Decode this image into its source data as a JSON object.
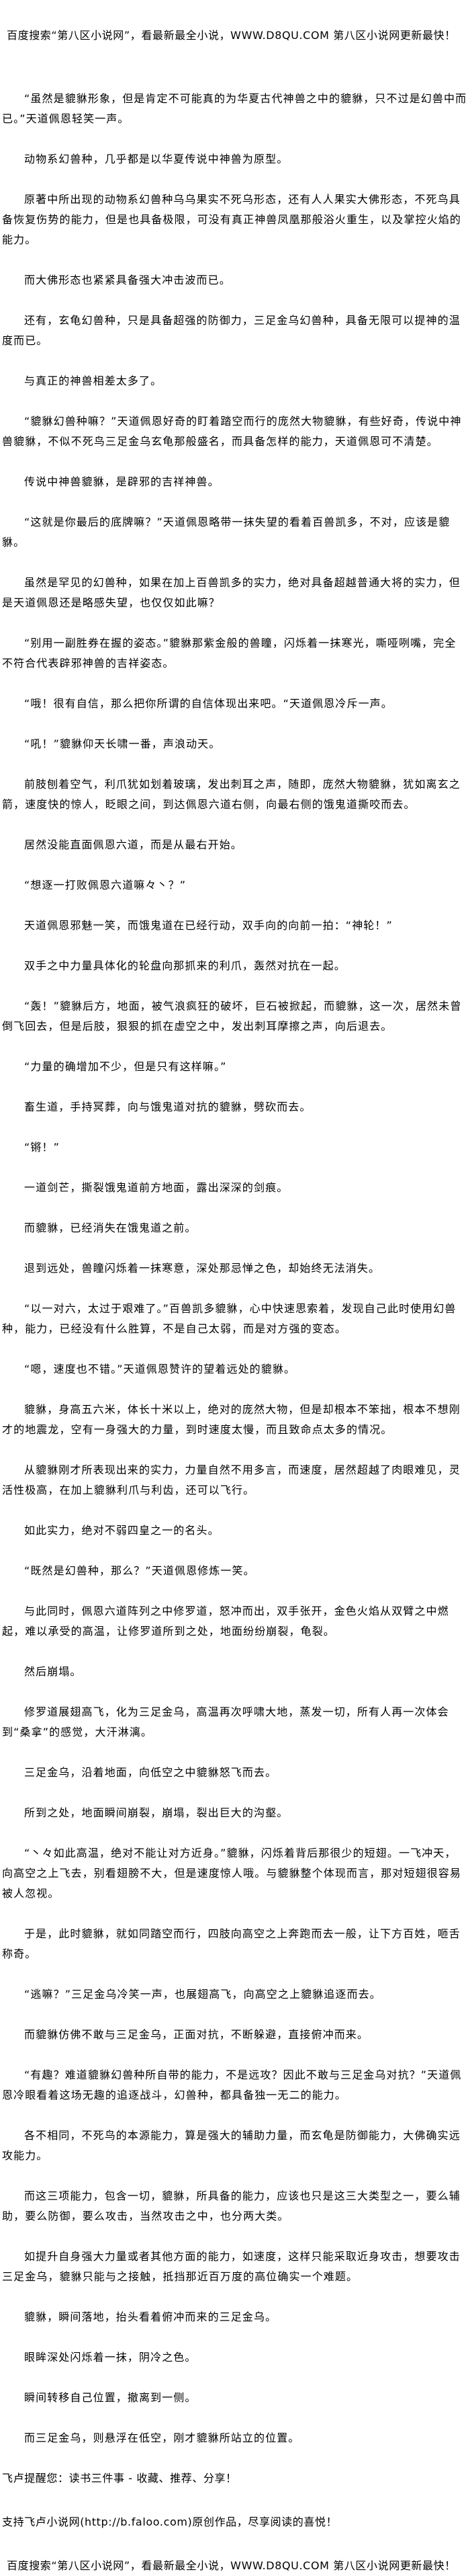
{
  "banner": "百度搜索“第八区小说网”，看最新最全小说，WWW.D8QU.COM  第八区小说网更新最快！",
  "paragraphs": [
    "“虽然是貔貅形象，但是肯定不可能真的为华夏古代神兽之中的貔貅，只不过是幻兽中而已。”天道佩恩轻笑一声。",
    "动物系幻兽种，几乎都是以华夏传说中神兽为原型。",
    "原著中所出现的动物系幻兽种乌乌果实不死乌形态，还有人人果实大佛形态，不死鸟具备恢复伤势的能力，但是也具备极限，可没有真正神兽凤凰那般浴火重生，以及掌控火焰的能力。",
    "而大佛形态也紧紧具备强大冲击波而已。",
    "还有，玄龟幻兽种，只是具备超强的防御力，三足金乌幻兽种，具备无限可以提神的温度而已。",
    "与真正的神兽相差太多了。",
    "“貔貅幻兽种嘛？”天道佩恩好奇的盯着踏空而行的庞然大物貔貅，有些好奇，传说中神兽貔貅，不似不死鸟三足金乌玄龟那般盛名，而具备怎样的能力，天道佩恩可不清楚。",
    "传说中神兽貔貅，是辟邪的吉祥神兽。",
    "“这就是你最后的底牌嘛？”天道佩恩略带一抹失望的看着百兽凯多，不对，应该是貔貅。",
    "虽然是罕见的幻兽种，如果在加上百兽凯多的实力，绝对具备超越普通大将的实力，但是天道佩恩还是略感失望，也仅仅如此嘛？",
    "“别用一副胜券在握的姿态。”貔貅那紫金般的兽瞳，闪烁着一抹寒光，嘶哑咧嘴，完全不符合代表辟邪神兽的吉祥姿态。",
    "“哦！很有自信，那么把你所谓的自信体现出来吧。“天道佩恩冷斥一声。",
    "“吼！”貔貅仰天长啸一番，声浪动天。",
    "前肢刨着空气，利爪犹如划着玻璃，发出刺耳之声，随即，庞然大物貔貅，犹如离玄之箭，速度快的惊人，眨眼之间，到达佩恩六道右侧，向最右侧的饿鬼道撕咬而去。",
    "居然没能直面佩恩六道，而是从最右开始。",
    "“想逐一打败佩恩六道嘛々丶？”",
    "天道佩恩邪魅一笑，而饿鬼道在已经行动，双手向的向前一拍：“神轮！”",
    "双手之中力量具体化的轮盘向那抓来的利爪，轰然对抗在一起。",
    "“轰！”貔貅后方，地面，被气浪疯狂的破坏，巨石被掀起，而貔貅，这一次，居然未曾倒飞回去，但是后肢，狠狠的抓在虚空之中，发出刺耳摩擦之声，向后退去。",
    "“力量的确增加不少，但是只有这样嘛。”",
    "畜生道，手持冥葬，向与饿鬼道对抗的貔貅，劈砍而去。",
    "“锵！”",
    "一道剑芒，撕裂饿鬼道前方地面，露出深深的剑痕。",
    "而貔貅，已经消失在饿鬼道之前。",
    "退到远处，兽瞳闪烁着一抹寒意，深处那忌惮之色，却始终无法消失。",
    "“以一对六，太过于艰难了。”百兽凯多貔貅，心中快速思索着，发现自己此时使用幻兽种，能力，已经没有什么胜算，不是自己太弱，而是对方强的变态。",
    "“嗯，速度也不错。”天道佩恩赞许的望着远处的貔貅。",
    "貔貅，身高五六米，体长十米以上，绝对的庞然大物，但是却根本不笨拙，根本不想刚才的地震龙，空有一身强大的力量，到时速度太慢，而且致命点太多的情况。",
    "从貔貅刚才所表现出来的实力，力量自然不用多言，而速度，居然超越了肉眼难见，灵活性极高，在加上貔貅利爪与利齿，还可以飞行。",
    "如此实力，绝对不弱四皇之一的名头。",
    "“既然是幻兽种，那么？”天道佩恩修炼一笑。",
    "与此同时，佩恩六道阵列之中修罗道，怒冲而出，双手张开，金色火焰从双臂之中燃起，难以承受的高温，让修罗道所到之处，地面纷纷崩裂，龟裂。",
    "然后崩塌。",
    "修罗道展翅高飞，化为三足金乌，高温再次呼啸大地，蒸发一切，所有人再一次体会到“桑拿”的感觉，大汗淋漓。",
    "三足金乌，沿着地面，向低空之中貔貅怒飞而去。",
    "所到之处，地面瞬间崩裂，崩塌，裂出巨大的沟壑。",
    "“丶々如此高温，绝对不能让对方近身。”貔貅，闪烁着背后那很少的短翅。一飞冲天，向高空之上飞去，别看翅膀不大，但是速度惊人哦。与貔貅整个体现而言，那对短翅很容易被人忽视。",
    "于是，此时貔貅，就如同踏空而行，四肢向高空之上奔跑而去一般，让下方百姓，咂舌称奇。",
    "“逃嘛？”三足金乌冷笑一声，也展翅高飞，向高空之上貔貅追逐而去。",
    "而貔貅仿佛不敢与三足金乌，正面对抗，不断躲避，直接俯冲而来。",
    "“有趣？难道貔貅幻兽种所自带的能力，不是远攻？因此不敢与三足金乌对抗？”天道佩恩冷眼看着这场无趣的追逐战斗，幻兽种，都具备独一无二的能力。",
    "各不相同，不死鸟的本源能力，算是强大的辅助力量，而玄龟是防御能力，大佛确实远攻能力。",
    "而这三项能力，包含一切，貔貅，所具备的能力，应该也只是这三大类型之一，要么辅助，要么防御，要么攻击，当然攻击之中，也分两大类。",
    "如提升自身强大力量或者其他方面的能力，如速度，这样只能采取近身攻击，想要攻击三足金乌，貔貅只能与之接触，抵挡那近百万度的高位确实一个难题。",
    "貔貅，瞬间落地，抬头看着俯冲而来的三足金乌。",
    "眼眸深处闪烁着一抹，阴冷之色。",
    "瞬间转移自己位置，撤离到一侧。",
    "而三足金乌，则悬浮在低空，刚才貔貅所站立的位置。"
  ],
  "footer": {
    "reminder": "飞卢提醒您：读书三件事 - 收藏、推荐、分享！",
    "support": "支持飞卢小说网(http://b.faloo.com)原创作品，尽享阅读的喜悦！"
  }
}
